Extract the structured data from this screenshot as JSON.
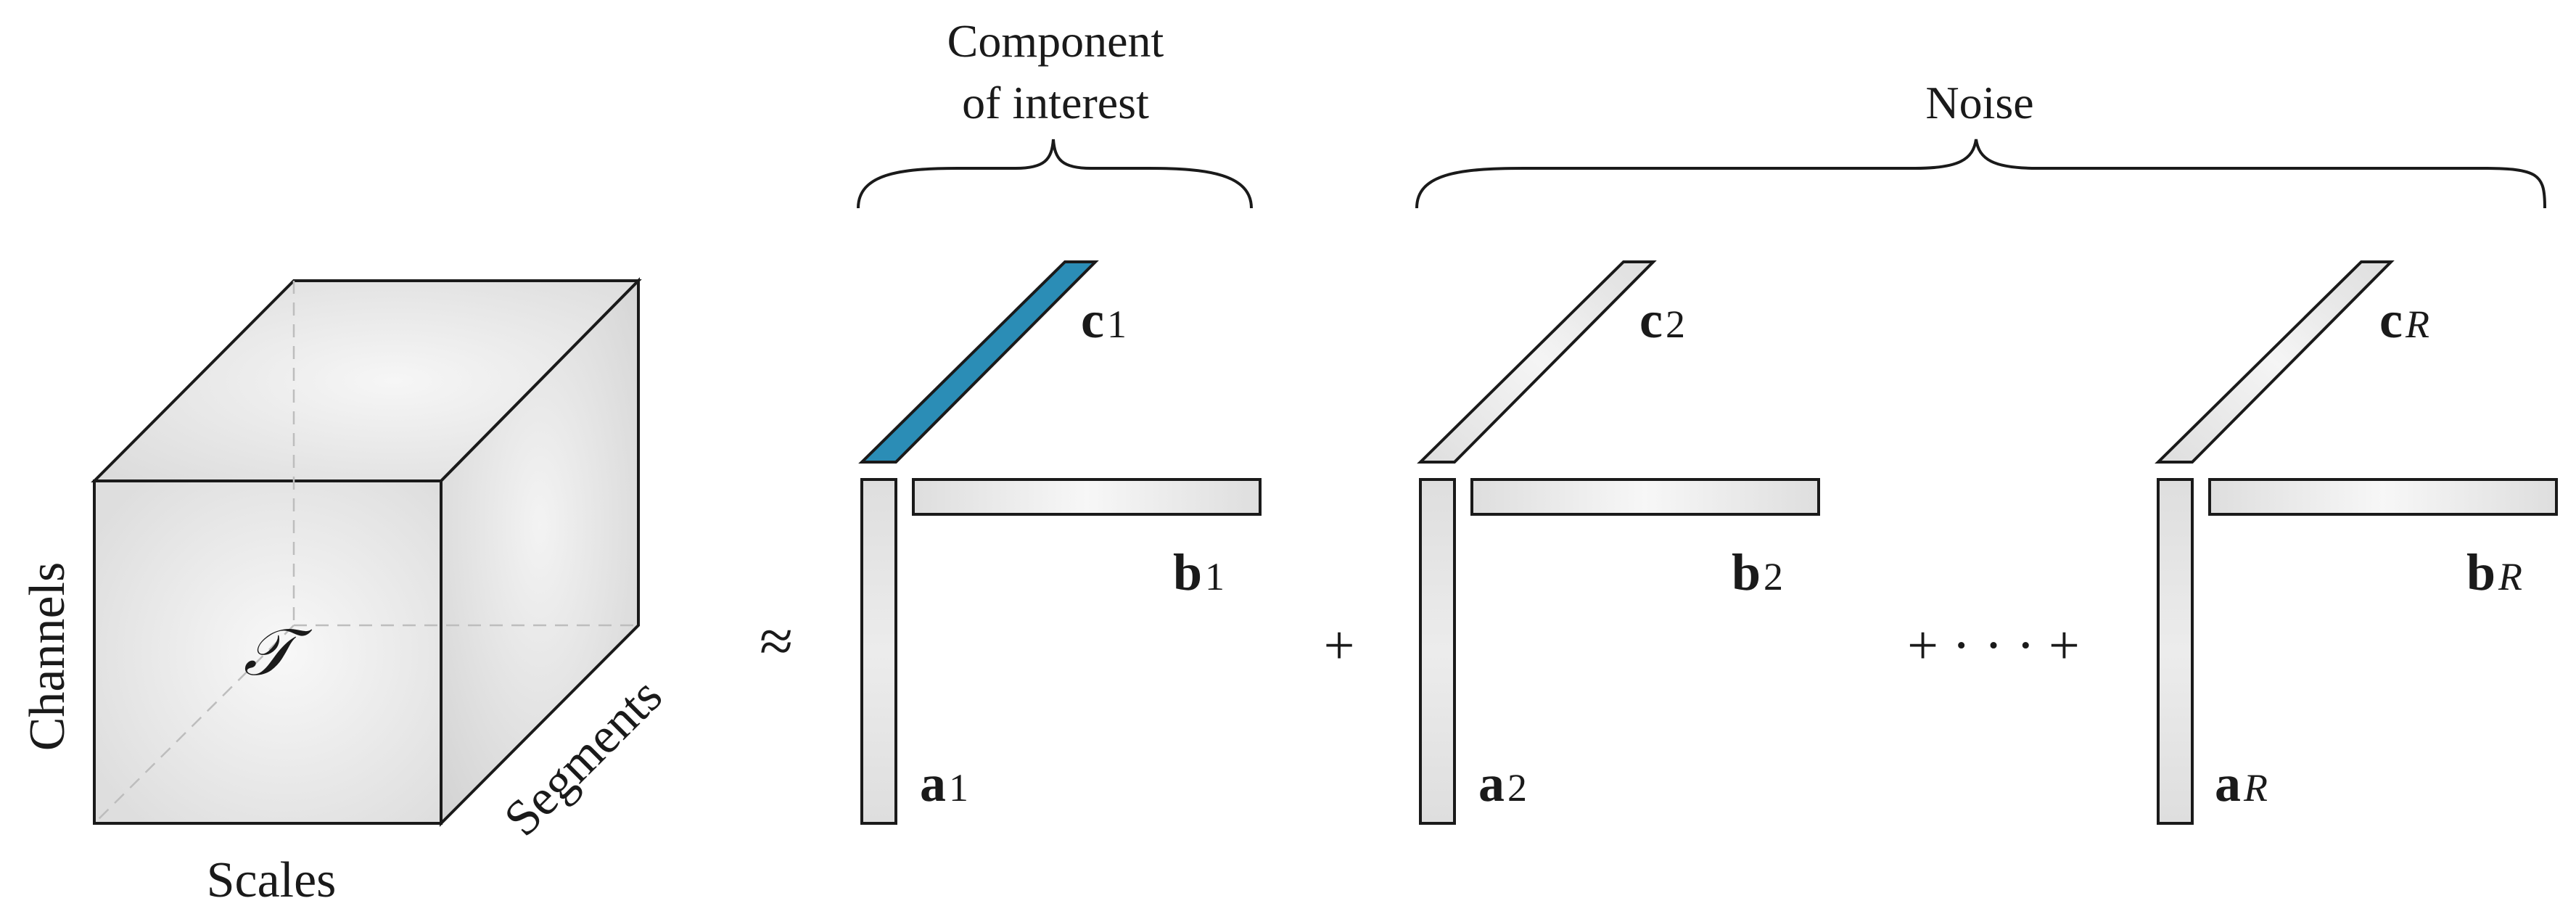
{
  "cube": {
    "center_symbol": "𝒯",
    "axis_labels": {
      "channels": "Channels",
      "scales": "Scales",
      "segments": "Segments"
    }
  },
  "headers": {
    "component_line1": "Component",
    "component_line2": "of interest",
    "noise": "Noise"
  },
  "operators": {
    "approx": "≈",
    "plus": "+",
    "plus_ellipsis": "+ · · · +"
  },
  "components": [
    {
      "c_base": "c",
      "c_sub": "1",
      "b_base": "b",
      "b_sub": "1",
      "a_base": "a",
      "a_sub": "1",
      "highlight": true
    },
    {
      "c_base": "c",
      "c_sub": "2",
      "b_base": "b",
      "b_sub": "2",
      "a_base": "a",
      "a_sub": "2",
      "highlight": false
    },
    {
      "c_base": "c",
      "c_sub": "R",
      "b_base": "b",
      "b_sub": "R",
      "a_base": "a",
      "a_sub": "R",
      "highlight": false
    }
  ],
  "colors": {
    "highlight": "#2b8db6",
    "bar_fill": "#e6e6e6",
    "cube_front": "#e8e8e8",
    "cube_top": "#e2e2e2",
    "cube_side": "#dadada",
    "stroke": "#1a1a1a"
  }
}
